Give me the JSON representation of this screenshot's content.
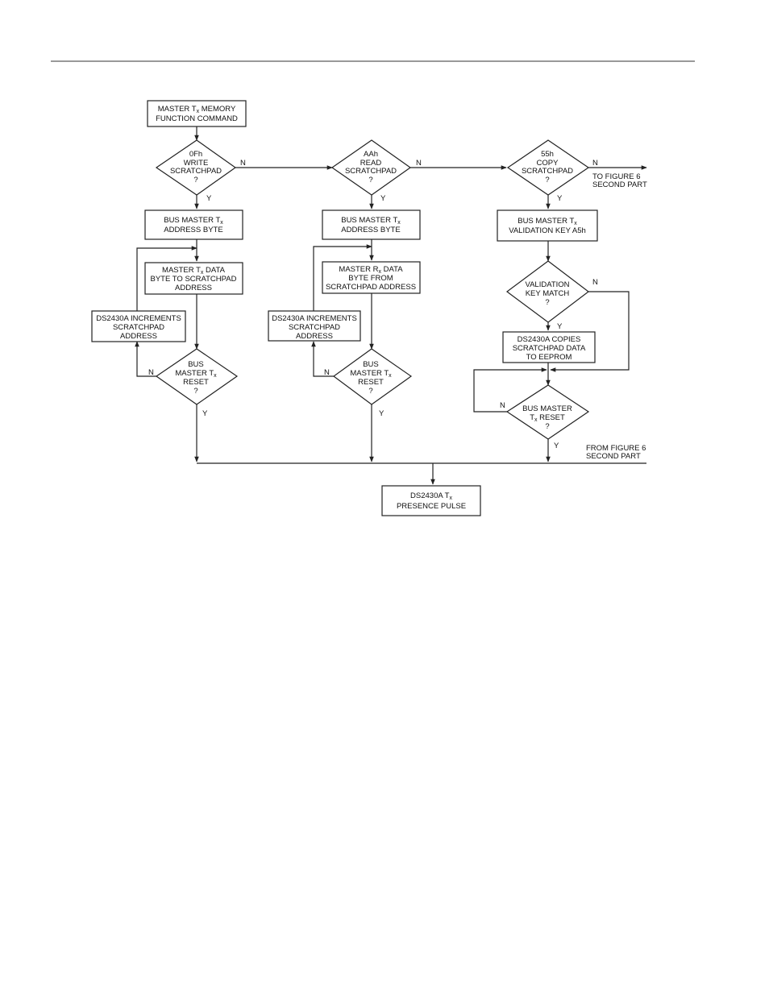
{
  "boxes": {
    "start": [
      "MASTER T",
      "x",
      " MEMORY",
      "FUNCTION COMMAND"
    ],
    "w_addr": [
      "BUS MASTER T",
      "x",
      "",
      "ADDRESS BYTE"
    ],
    "w_data": [
      "MASTER T",
      "x",
      " DATA",
      "BYTE TO SCRATCHPAD",
      "ADDRESS"
    ],
    "w_inc": [
      "DS2430A INCREMENTS",
      "SCRATCHPAD",
      "ADDRESS"
    ],
    "r_addr": [
      "BUS MASTER T",
      "x",
      "",
      "ADDRESS BYTE"
    ],
    "r_data": [
      "MASTER R",
      "x",
      " DATA",
      "BYTE FROM",
      "SCRATCHPAD ADDRESS"
    ],
    "r_inc": [
      "DS2430A INCREMENTS",
      "SCRATCHPAD",
      "ADDRESS"
    ],
    "c_key": [
      "BUS MASTER T",
      "x",
      "",
      "VALIDATION KEY A5h"
    ],
    "c_copy": [
      "DS2430A COPIES",
      "SCRATCHPAD DATA",
      "TO EEPROM"
    ],
    "presence": [
      "DS2430A T",
      "x",
      "",
      "PRESENCE PULSE"
    ]
  },
  "decisions": {
    "write": [
      "0Fh",
      "WRITE",
      "SCRATCHPAD",
      "?"
    ],
    "read": [
      "AAh",
      "READ",
      "SCRATCHPAD",
      "?"
    ],
    "copy": [
      "55h",
      "COPY",
      "SCRATCHPAD",
      "?"
    ],
    "w_reset": [
      "BUS",
      "MASTER T",
      "x",
      "",
      "RESET",
      "?"
    ],
    "r_reset": [
      "BUS",
      "MASTER T",
      "x",
      "",
      "RESET",
      "?"
    ],
    "match": [
      "VALIDATION",
      "KEY MATCH",
      "?"
    ],
    "c_reset": [
      "BUS MASTER",
      "T",
      "x",
      " RESET",
      "?"
    ]
  },
  "labels": {
    "yes": "Y",
    "no": "N",
    "to_fig": [
      "TO FIGURE 6",
      "SECOND PART"
    ],
    "from_fig": [
      "FROM FIGURE 6",
      "SECOND PART"
    ]
  }
}
